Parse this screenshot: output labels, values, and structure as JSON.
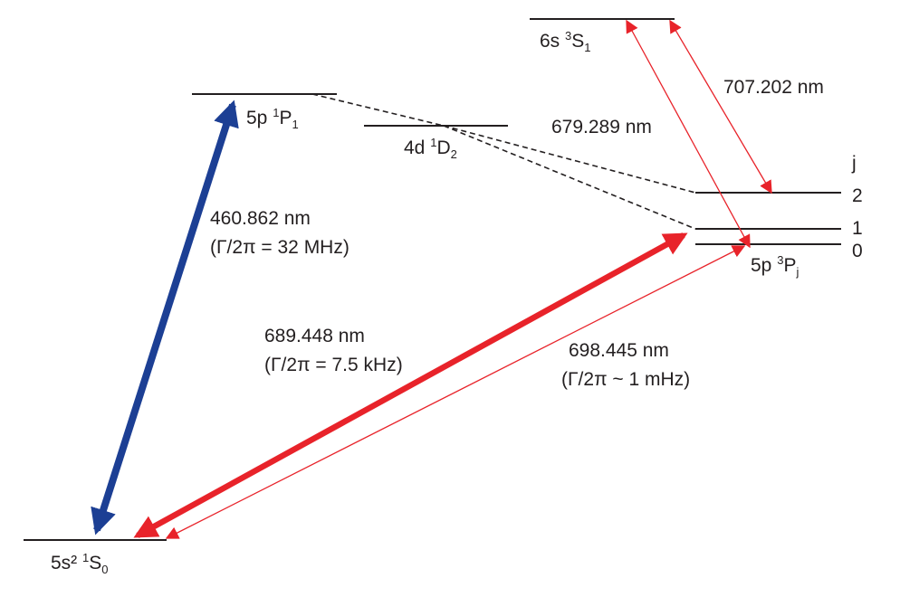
{
  "colors": {
    "level": "#231f20",
    "blue_transition": "#1c3f94",
    "red_transition": "#e8232a",
    "text": "#231f20"
  },
  "levels": {
    "ground": {
      "config": "5s²",
      "mult": "1",
      "letter": "S",
      "j": "0"
    },
    "p1": {
      "config": "5p",
      "mult": "1",
      "letter": "P",
      "j": "1"
    },
    "d2": {
      "config": "4d",
      "mult": "1",
      "letter": "D",
      "j": "2"
    },
    "s1": {
      "config": "6s",
      "mult": "3",
      "letter": "S",
      "j": "1"
    },
    "p3": {
      "config": "5p",
      "mult": "3",
      "letter": "P",
      "j": "j"
    }
  },
  "j_column": {
    "header": "j",
    "values": [
      "2",
      "1",
      "0"
    ]
  },
  "transitions": {
    "blue": {
      "wavelength": "460.862 nm",
      "linewidth": "(Γ/2π = 32 MHz)"
    },
    "red_intercombination": {
      "wavelength": "689.448 nm",
      "linewidth": "(Γ/2π = 7.5 kHz)"
    },
    "clock": {
      "wavelength": "698.445 nm",
      "linewidth": "(Γ/2π ~ 1 mHz)"
    },
    "repump_679": {
      "wavelength": "679.289 nm"
    },
    "repump_707": {
      "wavelength": "707.202 nm"
    }
  }
}
